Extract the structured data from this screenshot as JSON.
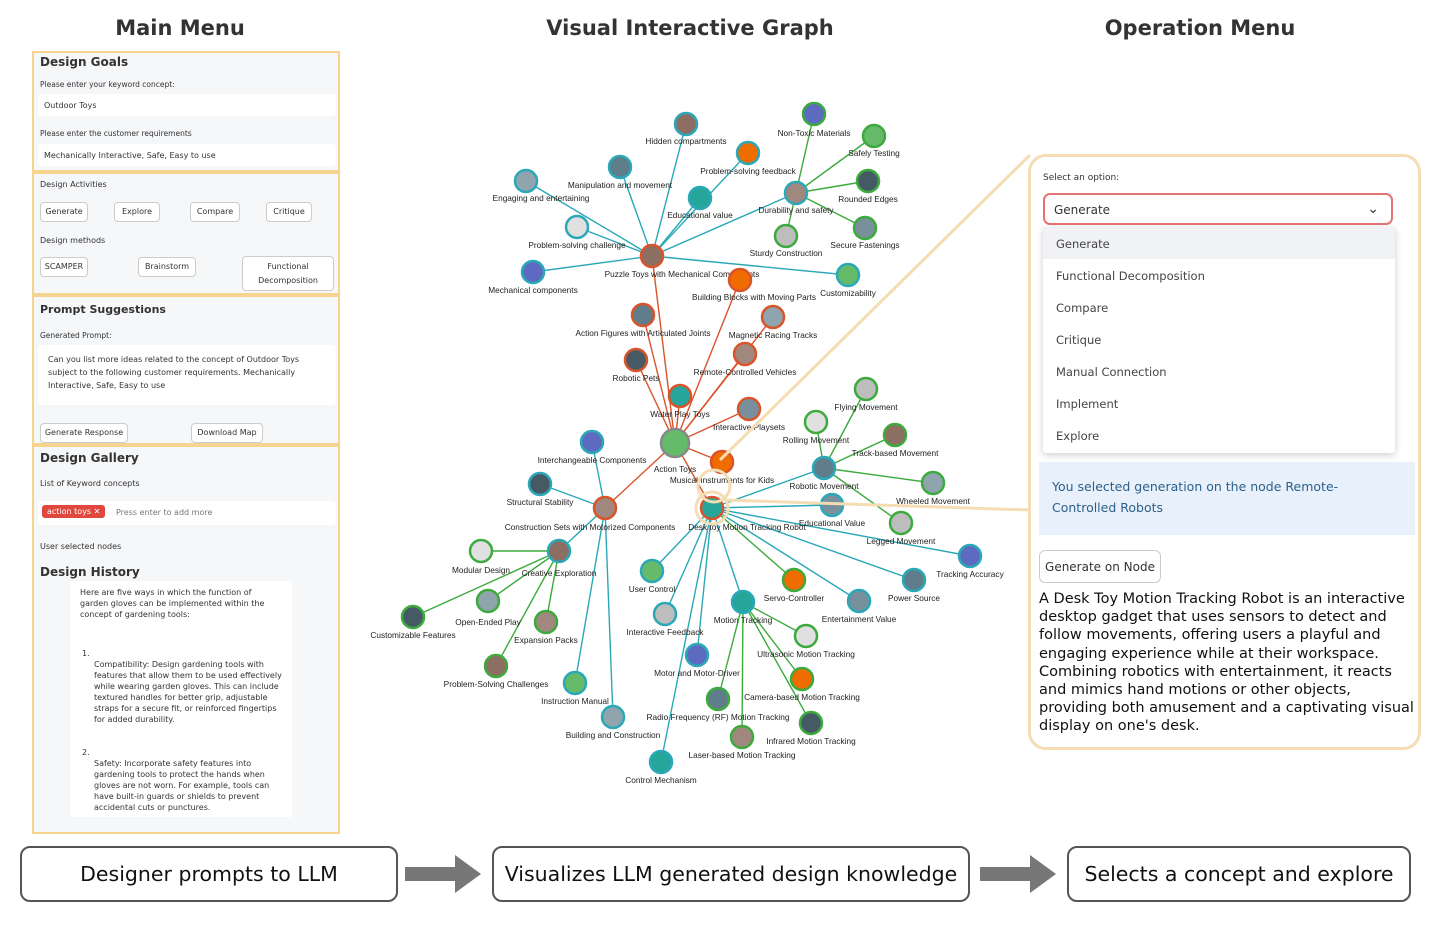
{
  "headers": {
    "main": "Main Menu",
    "graph": "Visual Interactive Graph",
    "operation": "Operation Menu"
  },
  "design_goals": {
    "title": "Design Goals",
    "keyword_label": "Please enter your keyword concept:",
    "keyword_value": "Outdoor Toys",
    "req_label": "Please enter the customer requirements",
    "req_value": "Mechanically Interactive, Safe, Easy to use"
  },
  "design_activities": {
    "title": "Design Activities",
    "buttons": [
      "Generate",
      "Explore",
      "Compare",
      "Critique"
    ],
    "methods_title": "Design methods",
    "methods": [
      "SCAMPER",
      "Brainstorm",
      "Functional Decomposition"
    ]
  },
  "prompt": {
    "title": "Prompt Suggestions",
    "label": "Generated Prompt:",
    "text": "Can you list more ideas related to the concept of Outdoor Toys subject to the following customer requirements. Mechanically Interactive, Safe, Easy to use",
    "generate_btn": "Generate Response",
    "download_btn": "Download Map"
  },
  "gallery": {
    "title": "Design Gallery",
    "list_label": "List of Keyword concepts",
    "tag": "action toys",
    "tag_placeholder": "Press enter to add more",
    "selected_label": "User selected nodes"
  },
  "history": {
    "title": "Design History",
    "intro": "Here are five ways in which the function of garden gloves can be implemented within the concept of gardening tools:",
    "items": [
      {
        "num": "1.",
        "text": "Compatibility: Design gardening tools with features that allow them to be used effectively while wearing garden gloves. This can include textured handles for better grip, adjustable straps for a secure fit, or reinforced fingertips for added durability."
      },
      {
        "num": "2.",
        "text": "Safety: Incorporate safety features into gardening tools to protect the hands when gloves are not worn. For example, tools can have built-in guards or shields to prevent accidental cuts or punctures."
      }
    ]
  },
  "graph": {
    "nodes": [
      {
        "id": "hidden",
        "label": "Hidden compartments",
        "c": "#2aa8b8"
      },
      {
        "id": "nontoxic",
        "label": "Non-Toxic Materials",
        "c": "#3caa3c"
      },
      {
        "id": "safety",
        "label": "Safely Testing",
        "c": "#3caa3c"
      },
      {
        "id": "problemfb",
        "label": "Problem-solving feedback",
        "c": "#2aa8b8"
      },
      {
        "id": "manip",
        "label": "Manipulation and movement",
        "c": "#2aa8b8"
      },
      {
        "id": "engaging",
        "label": "Engaging and entertaining",
        "c": "#2aa8b8"
      },
      {
        "id": "rounded",
        "label": "Rounded Edges",
        "c": "#3caa3c"
      },
      {
        "id": "durab",
        "label": "Durability and safety",
        "c": "#2aa8b8"
      },
      {
        "id": "educval1",
        "label": "Educational value",
        "c": "#2aa8b8"
      },
      {
        "id": "secure",
        "label": "Secure Fastenings",
        "c": "#3caa3c"
      },
      {
        "id": "sturdy",
        "label": "Sturdy Construction",
        "c": "#3caa3c"
      },
      {
        "id": "probchal",
        "label": "Problem-solving challenge",
        "c": "#2aa8b8"
      },
      {
        "id": "puzzle",
        "label": "Puzzle Toys with Mechanical Components",
        "c": "#d9542b"
      },
      {
        "id": "mechcomp",
        "label": "Mechanical components",
        "c": "#2aa8b8"
      },
      {
        "id": "custom",
        "label": "Customizability",
        "c": "#2aa8b8"
      },
      {
        "id": "building",
        "label": "Building Blocks with Moving Parts",
        "c": "#d9542b"
      },
      {
        "id": "actionfig",
        "label": "Action Figures with Articulated Joints",
        "c": "#d9542b"
      },
      {
        "id": "magnetic",
        "label": "Magnetic Racing Tracks",
        "c": "#d9542b"
      },
      {
        "id": "robpets",
        "label": "Robotic Pets",
        "c": "#d9542b"
      },
      {
        "id": "rcveh",
        "label": "Remote-Controlled Vehicles",
        "c": "#d9542b"
      },
      {
        "id": "water",
        "label": "Water Play Toys",
        "c": "#d9542b"
      },
      {
        "id": "interplay",
        "label": "Interactive Playsets",
        "c": "#d9542b"
      },
      {
        "id": "flying",
        "label": "Flying Movement",
        "c": "#3caa3c"
      },
      {
        "id": "rolling",
        "label": "Rolling Movement",
        "c": "#3caa3c"
      },
      {
        "id": "track",
        "label": "Track-based Movement",
        "c": "#3caa3c"
      },
      {
        "id": "interchg",
        "label": "Interchangeable Components",
        "c": "#2aa8b8"
      },
      {
        "id": "actiontoys",
        "label": "Action Toys",
        "c": "#888888"
      },
      {
        "id": "musical",
        "label": "Musical Instruments for Kids",
        "c": "#d9542b"
      },
      {
        "id": "robmove",
        "label": "Robotic Movement",
        "c": "#2aa8b8"
      },
      {
        "id": "wheeled",
        "label": "Wheeled Movement",
        "c": "#3caa3c"
      },
      {
        "id": "structural",
        "label": "Structural Stability",
        "c": "#2aa8b8"
      },
      {
        "id": "construct",
        "label": "Construction Sets with Motorized Components",
        "c": "#d9542b"
      },
      {
        "id": "desktoy",
        "label": "Desk toy Motion Tracking Robot",
        "c": "#d9542b"
      },
      {
        "id": "educval2",
        "label": "Educational Value",
        "c": "#2aa8b8"
      },
      {
        "id": "legged",
        "label": "Legged Movement",
        "c": "#3caa3c"
      },
      {
        "id": "modular",
        "label": "Modular Design",
        "c": "#3caa3c"
      },
      {
        "id": "creative",
        "label": "Creative Exploration",
        "c": "#2aa8b8"
      },
      {
        "id": "trackacc",
        "label": "Tracking Accuracy",
        "c": "#2aa8b8"
      },
      {
        "id": "userctl",
        "label": "User Control",
        "c": "#2aa8b8"
      },
      {
        "id": "servo",
        "label": "Servo-Controller",
        "c": "#3caa3c"
      },
      {
        "id": "power",
        "label": "Power Source",
        "c": "#2aa8b8"
      },
      {
        "id": "openended",
        "label": "Open-Ended Play",
        "c": "#3caa3c"
      },
      {
        "id": "custfeat",
        "label": "Customizable Features",
        "c": "#3caa3c"
      },
      {
        "id": "expansion",
        "label": "Expansion Packs",
        "c": "#3caa3c"
      },
      {
        "id": "motiontr",
        "label": "Motion Tracking",
        "c": "#2aa8b8"
      },
      {
        "id": "entval",
        "label": "Entertainment Value",
        "c": "#2aa8b8"
      },
      {
        "id": "interfb",
        "label": "Interactive Feedback",
        "c": "#2aa8b8"
      },
      {
        "id": "ultrasonic",
        "label": "Ultrasonic Motion Tracking",
        "c": "#3caa3c"
      },
      {
        "id": "probsolv",
        "label": "Problem-Solving Challenges",
        "c": "#3caa3c"
      },
      {
        "id": "motor",
        "label": "Motor and Motor-Driver",
        "c": "#2aa8b8"
      },
      {
        "id": "instr",
        "label": "Instruction Manual",
        "c": "#2aa8b8"
      },
      {
        "id": "camera",
        "label": "Camera-based Motion Tracking",
        "c": "#3caa3c"
      },
      {
        "id": "rf",
        "label": "Radio Frequency (RF) Motion Tracking",
        "c": "#3caa3c"
      },
      {
        "id": "buildcon",
        "label": "Building and Construction",
        "c": "#2aa8b8"
      },
      {
        "id": "infrared",
        "label": "Infrared Motion Tracking",
        "c": "#3caa3c"
      },
      {
        "id": "laser",
        "label": "Laser-based Motion Tracking",
        "c": "#3caa3c"
      },
      {
        "id": "ctrlmech",
        "label": "Control Mechanism",
        "c": "#2aa8b8"
      }
    ]
  },
  "operation": {
    "select_label": "Select an option:",
    "selected": "Generate",
    "options": [
      "Generate",
      "Functional Decomposition",
      "Compare",
      "Critique",
      "Manual Connection",
      "Implement",
      "Explore"
    ],
    "info": "You selected generation on the node Remote-Controlled Robots",
    "generate_node_btn": "Generate on Node",
    "description": "A Desk Toy Motion Tracking Robot is an interactive desktop gadget that uses sensors to detect and follow movements, offering users a playful and engaging experience while at their workspace. Combining robotics with entertainment, it reacts and mimics hand motions or other objects, providing both amusement and a captivating visual display on one's desk."
  },
  "flow": [
    "Designer prompts to LLM",
    "Visualizes LLM generated design knowledge",
    "Selects a concept and explore"
  ]
}
